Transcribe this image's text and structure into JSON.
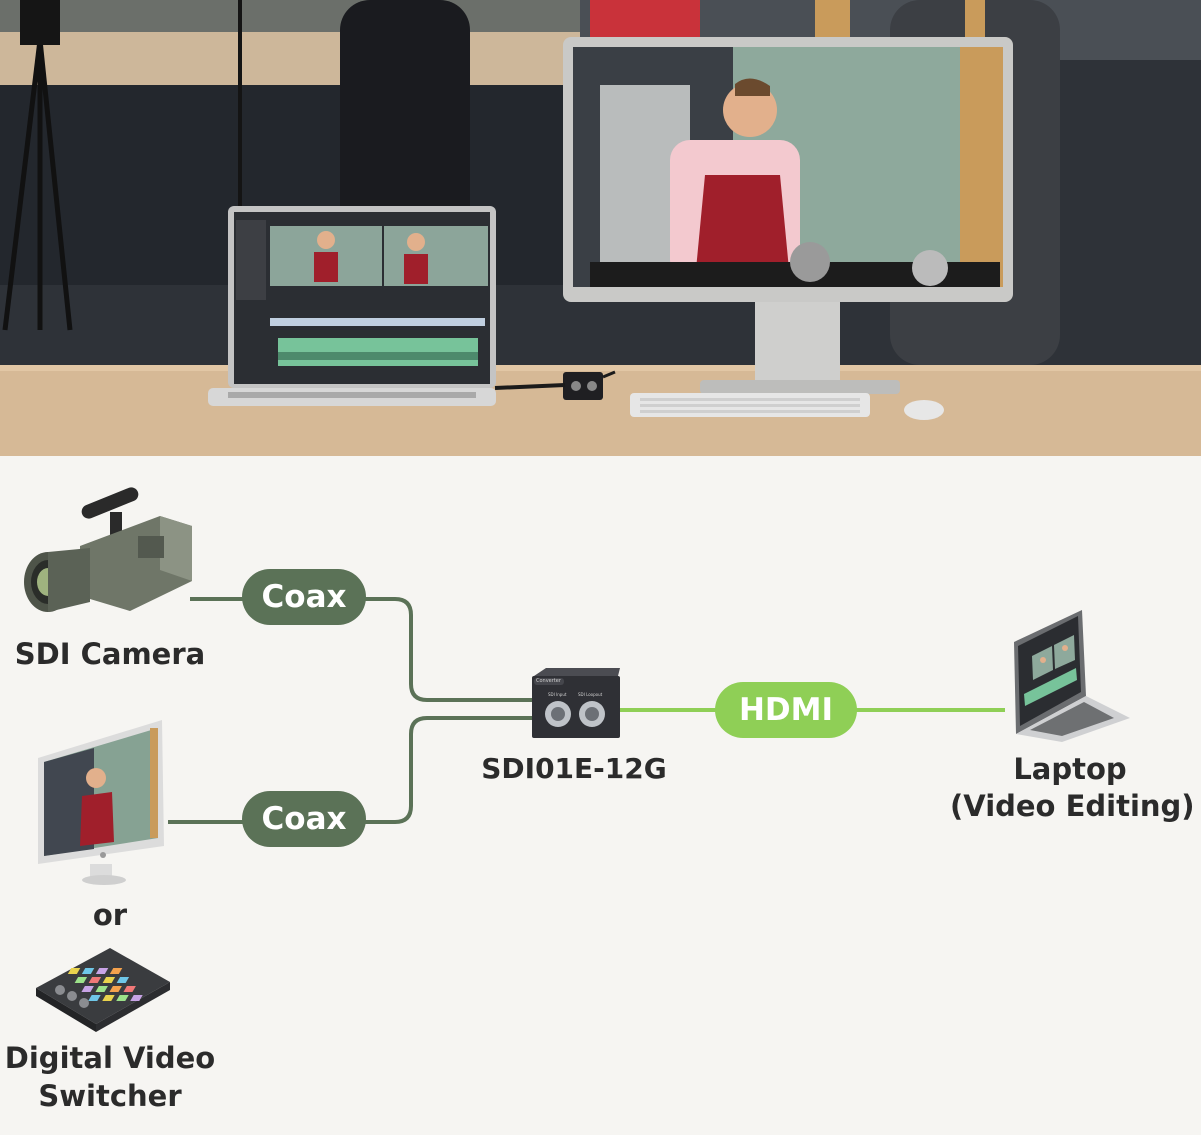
{
  "scene": {
    "description_icons": [
      "tv-studio-kitchen-scene",
      "laptop-video-editor",
      "desktop-monitor",
      "sdi-converter-box",
      "keyboard-icon",
      "mouse-icon"
    ]
  },
  "diagram": {
    "camera_label": "SDI Camera",
    "or_label": "or",
    "switcher_label_line1": "Digital Video",
    "switcher_label_line2": "Switcher",
    "coax_top_label": "Coax",
    "coax_bottom_label": "Coax",
    "device_label": "SDI01E-12G",
    "device_tag": "Converter",
    "device_port_in": "SDI Input",
    "device_port_loop": "SDI Loopout",
    "hdmi_label": "HDMI",
    "laptop_label_line1": "Laptop",
    "laptop_label_line2": "(Video Editing)"
  },
  "colors": {
    "coax": "#5b7257",
    "hdmi": "#8fcf56",
    "text": "#2b2b2b",
    "background": "#f6f5f2"
  }
}
